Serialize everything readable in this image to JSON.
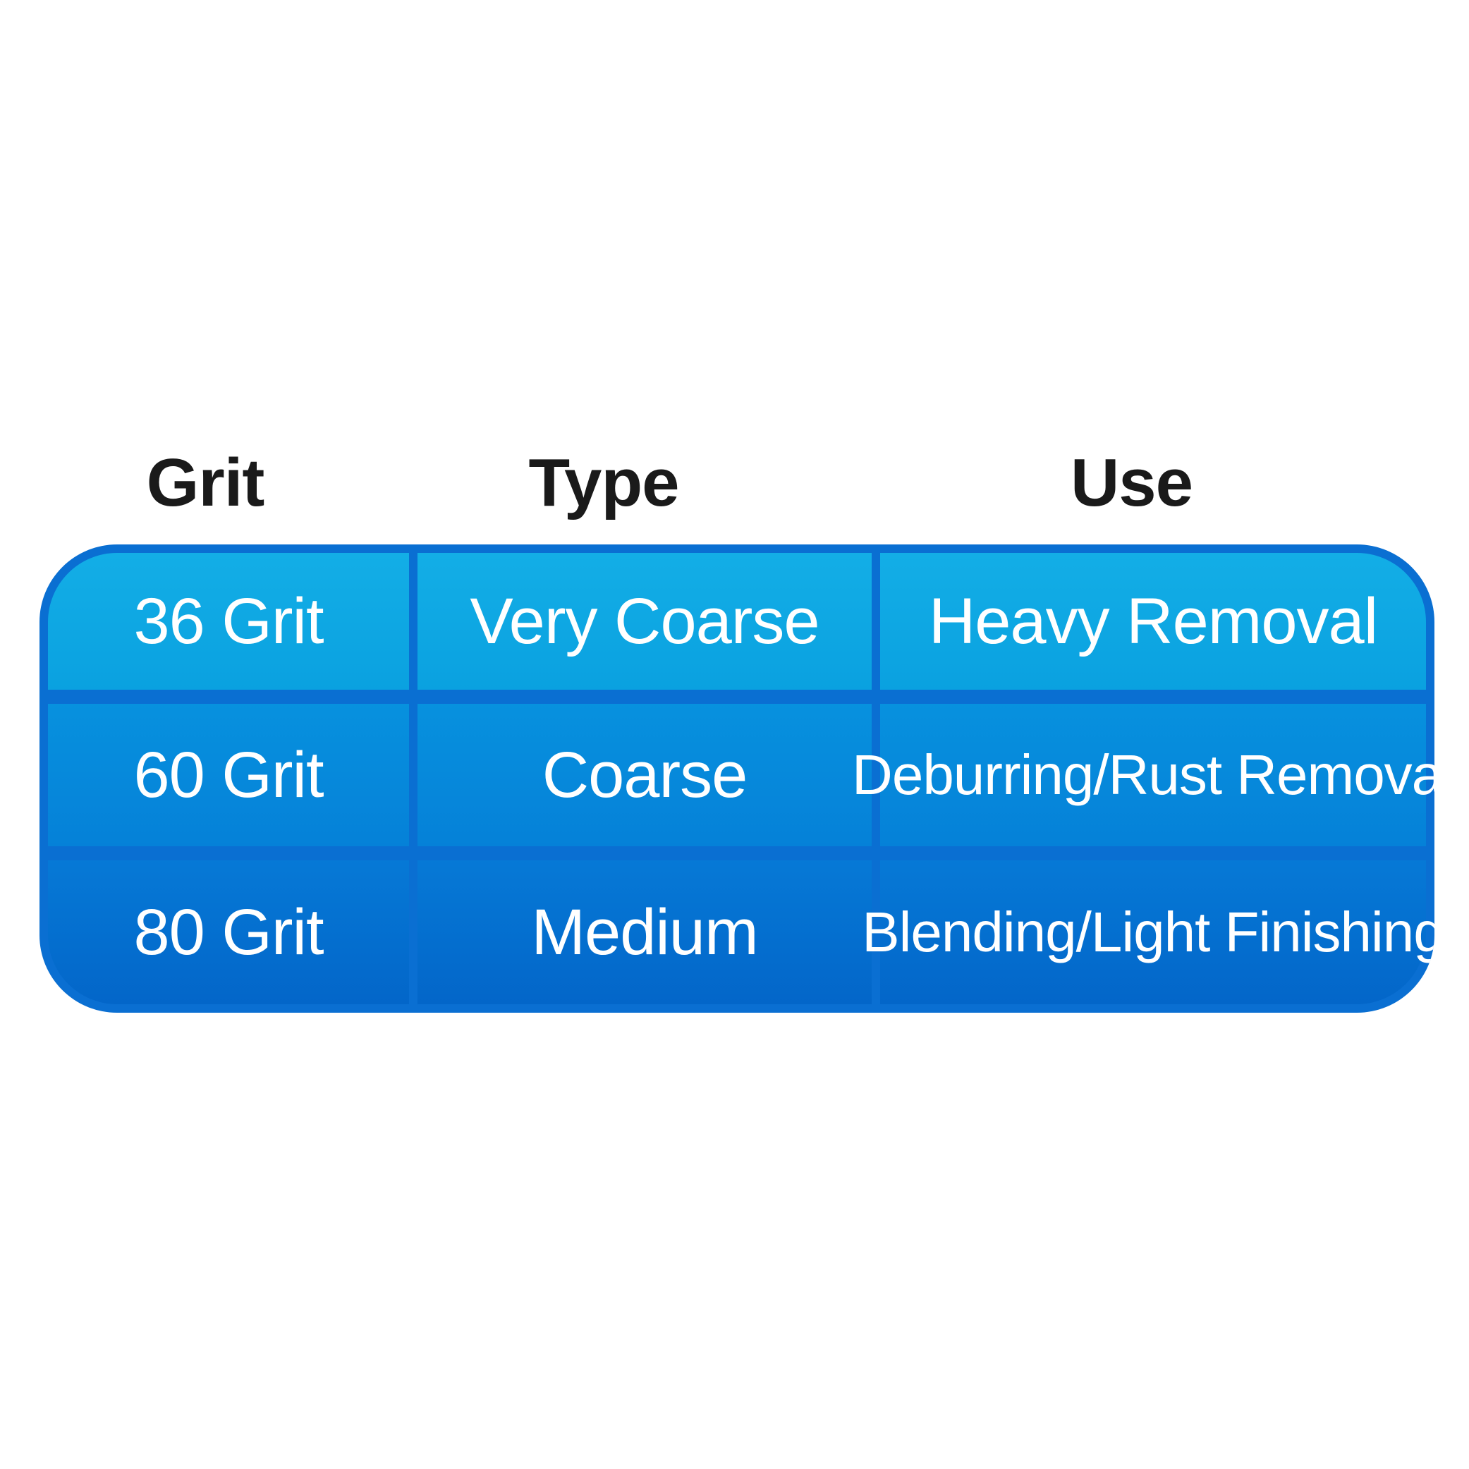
{
  "headers": {
    "grit": "Grit",
    "type": "Type",
    "use": "Use"
  },
  "rows": [
    {
      "grit": "36 Grit",
      "type": "Very Coarse",
      "use": "Heavy Removal"
    },
    {
      "grit": "60 Grit",
      "type": "Coarse",
      "use": "Deburring/Rust Removal"
    },
    {
      "grit": "80 Grit",
      "type": "Medium",
      "use": "Blending/Light Finishing"
    }
  ],
  "colors": {
    "header_text": "#1a1a1a",
    "frame": "#0a6fd2",
    "row_1": "#0aa1e0",
    "row_2": "#0581d8",
    "row_3": "#0366c9",
    "cell_text": "#ffffff"
  }
}
